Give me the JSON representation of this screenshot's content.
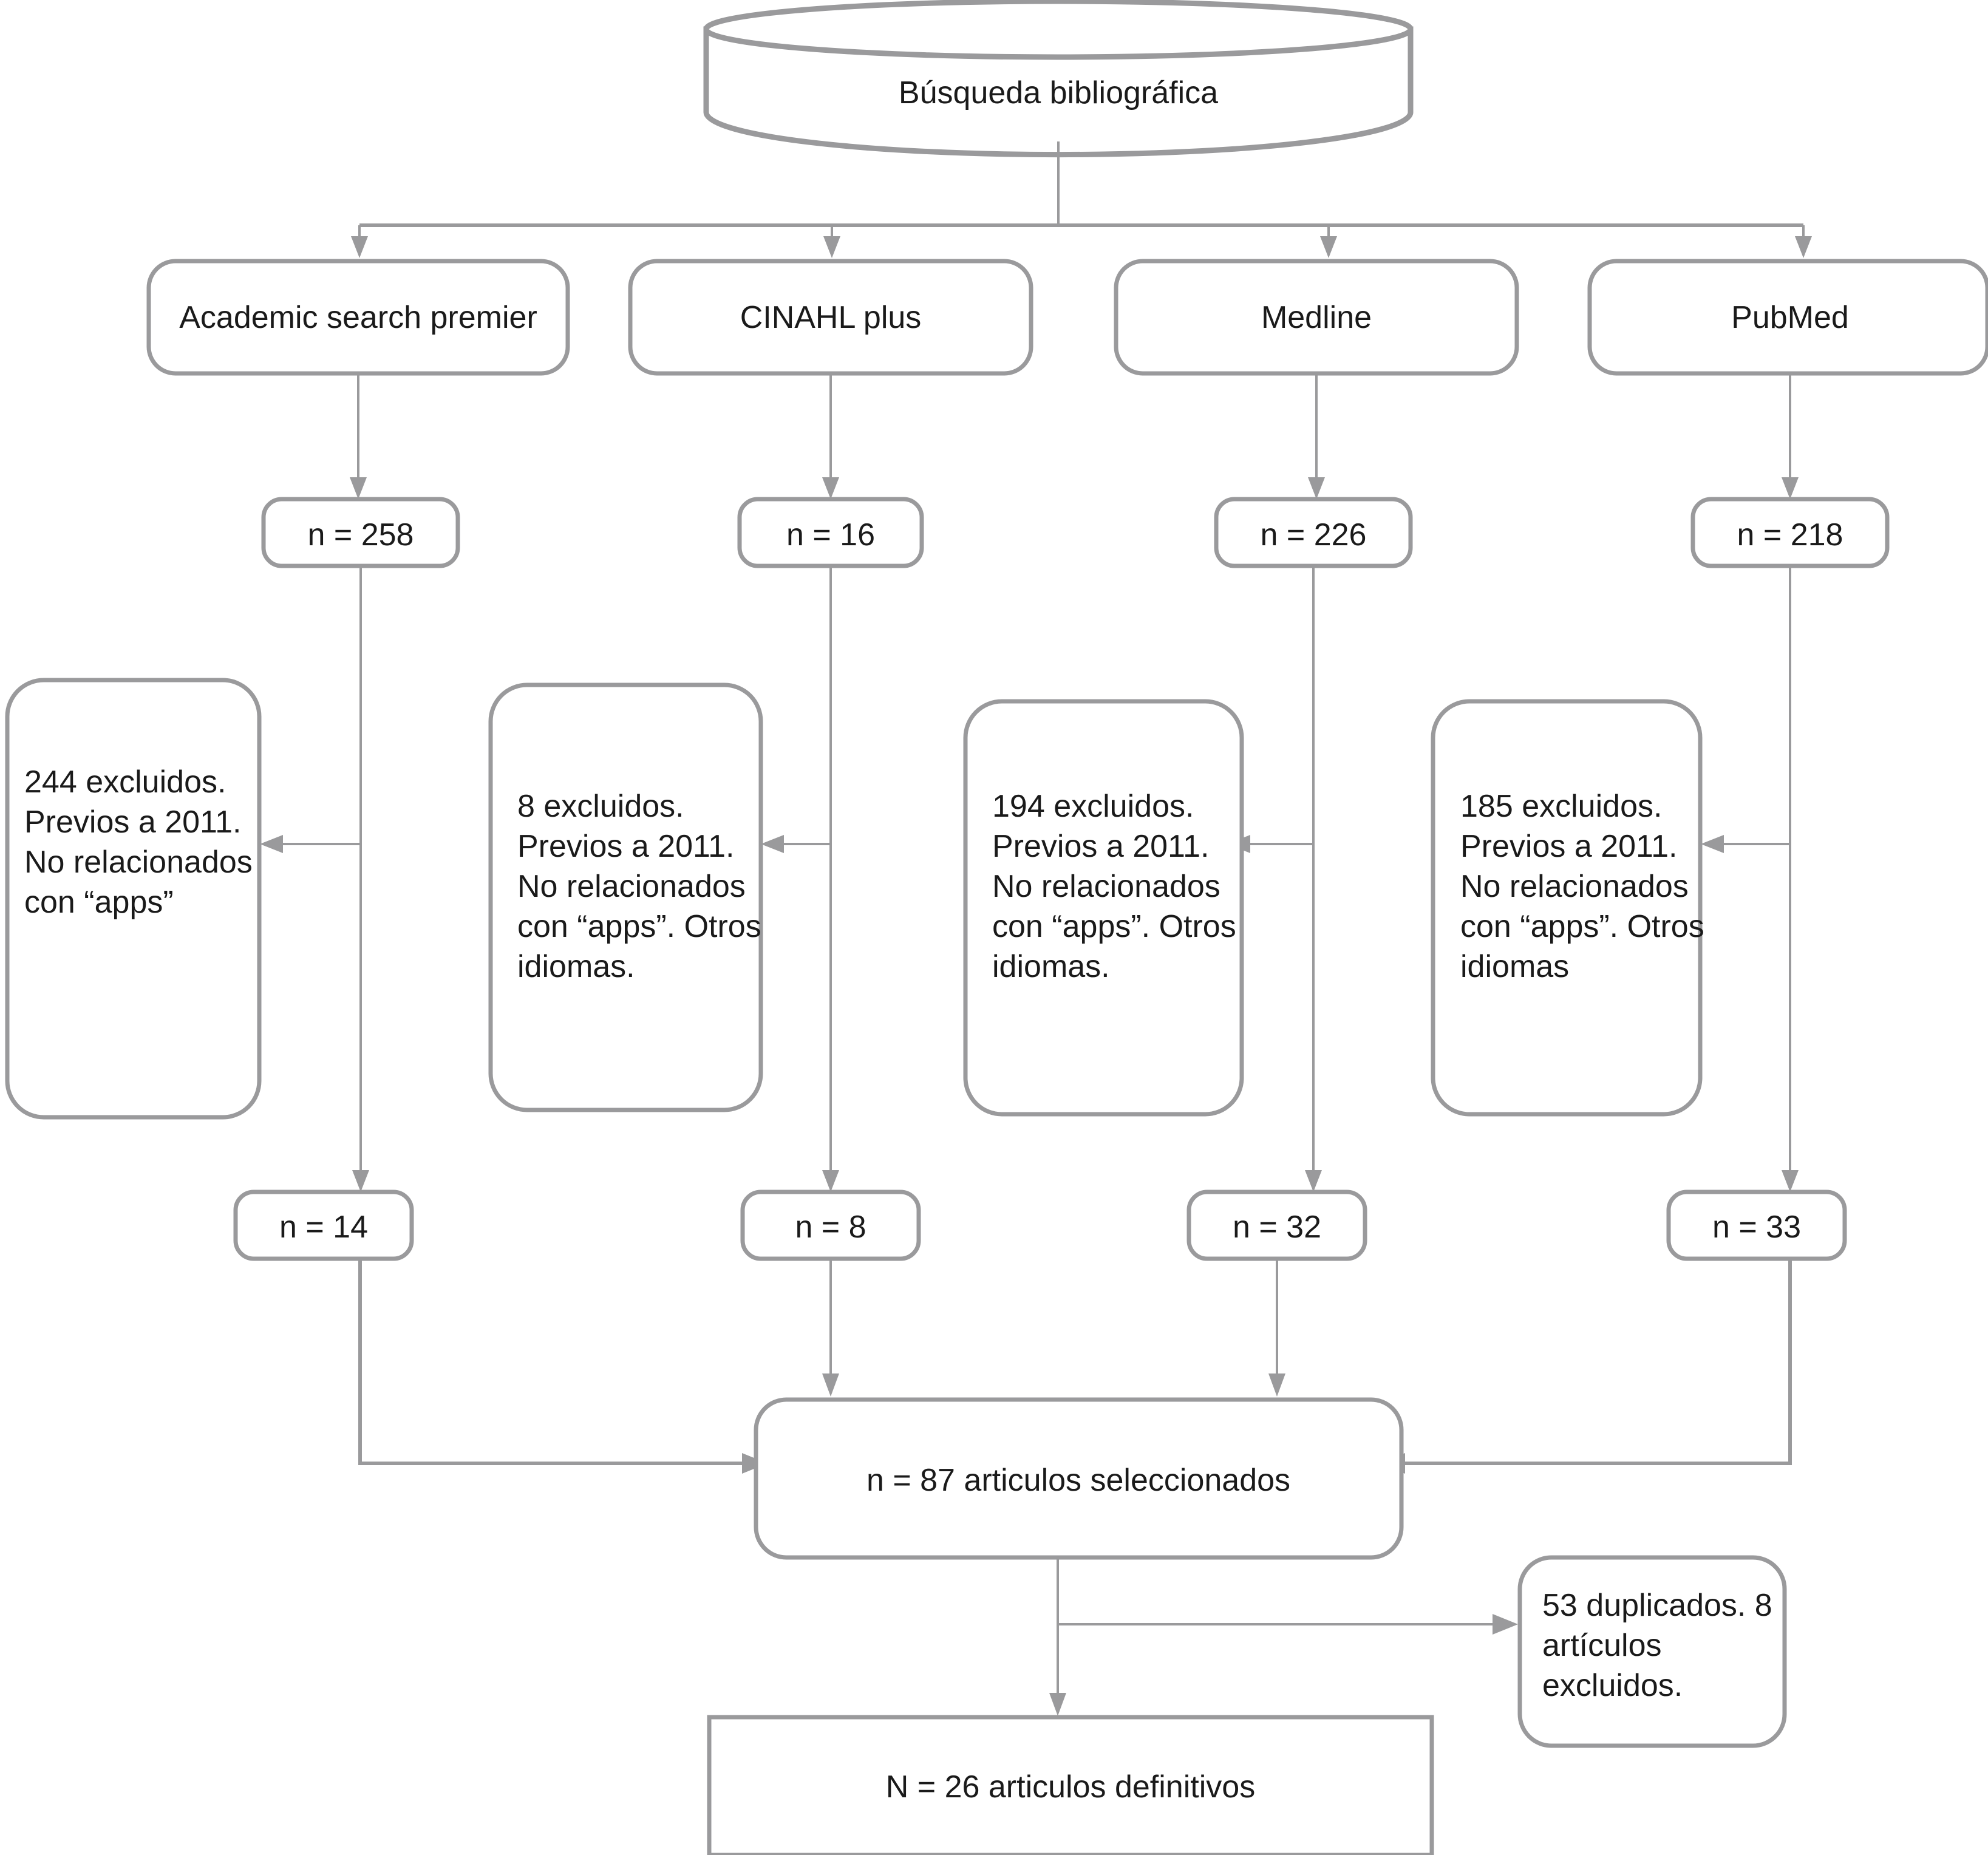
{
  "diagram": {
    "title_node": "Búsqueda bibliográfica",
    "colors": {
      "stroke": "#9a9a9c",
      "fill": "#ffffff",
      "text": "#1a1a1a"
    },
    "databases": [
      {
        "label": "Academic search premier"
      },
      {
        "label": "CINAHL plus"
      },
      {
        "label": "Medline"
      },
      {
        "label": "PubMed"
      }
    ],
    "initial_counts": [
      {
        "label": "n = 258"
      },
      {
        "label": "n = 16"
      },
      {
        "label": "n = 226"
      },
      {
        "label": "n = 218"
      }
    ],
    "exclusions": [
      {
        "lines": [
          "244 excluidos.",
          "Previos a 2011.",
          "No relacionados",
          "con “apps”"
        ]
      },
      {
        "lines": [
          "8 excluidos.",
          "Previos a 2011.",
          "No relacionados",
          "con “apps”. Otros",
          "idiomas."
        ]
      },
      {
        "lines": [
          "194 excluidos.",
          "Previos a 2011.",
          "No relacionados",
          "con “apps”. Otros",
          "idiomas."
        ]
      },
      {
        "lines": [
          "185 excluidos.",
          "Previos a 2011.",
          "No relacionados",
          "con “apps”. Otros",
          "idiomas"
        ]
      }
    ],
    "retained_counts": [
      {
        "label": "n = 14"
      },
      {
        "label": "n = 8"
      },
      {
        "label": "n = 32"
      },
      {
        "label": "n = 33"
      }
    ],
    "selected_node": "n = 87 articulos seleccionados",
    "duplicates_node": {
      "lines": [
        "53 duplicados. 8",
        "artículos",
        "excluidos."
      ]
    },
    "final_node": "N = 26 articulos definitivos"
  }
}
